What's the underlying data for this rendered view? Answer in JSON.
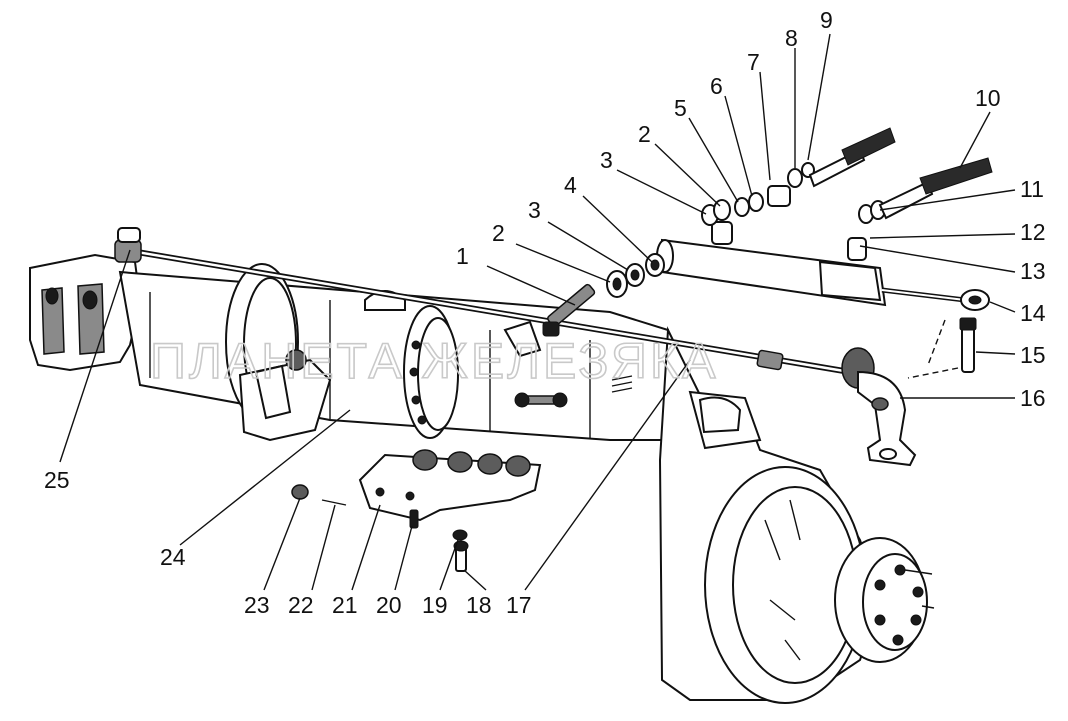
{
  "watermark": "ПЛАНЕТА ЖЕЛЕЗЯКА",
  "callouts": {
    "n1": "1",
    "n2a": "2",
    "n2b": "2",
    "n3a": "3",
    "n3b": "3",
    "n4": "4",
    "n5": "5",
    "n6": "6",
    "n7": "7",
    "n8": "8",
    "n9": "9",
    "n10": "10",
    "n11": "11",
    "n12": "12",
    "n13": "13",
    "n14": "14",
    "n15": "15",
    "n16": "16",
    "n17": "17",
    "n18": "18",
    "n19": "19",
    "n20": "20",
    "n21": "21",
    "n22": "22",
    "n23": "23",
    "n24": "24",
    "n25": "25"
  }
}
